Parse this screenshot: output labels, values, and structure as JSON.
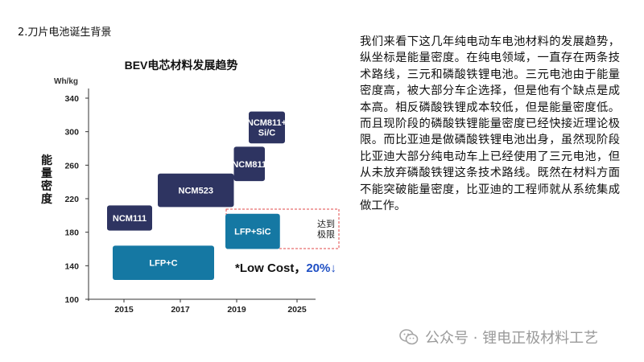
{
  "section_title": "2.刀片电池诞生背景",
  "body_text": "我们来看下这几年纯电动车电池材料的发展趋势，纵坐标是能量密度。在纯电领域，一直存在两条技术路线，三元和磷酸铁锂电池。三元电池由于能量密度高，被大部分车企选择，但是他有个缺点是成本高。相反磷酸铁锂成本较低，但是能量密度低。而且现阶段的磷酸铁锂能量密度已经快接近理论极限。而比亚迪是做磷酸铁锂电池出身，虽然现阶段比亚迪大部分纯电动车上已经使用了三元电池，但从未放弃磷酸铁锂这条技术路线。既然在材料方面不能突破能量密度，比亚迪的工程师就从系统集成做工作。",
  "watermark": {
    "text": "公众号 · 锂电正极材料工艺",
    "icon": "wechat-icon"
  },
  "colors": {
    "navy": "#2e3461",
    "teal": "#1578a3",
    "accent_blue": "#1f4fc4",
    "limit_border": "#e04848"
  },
  "chart_data": {
    "type": "range-blocks",
    "title": "BEV电芯材料发展趋势",
    "ylabel": "能量密度",
    "yunit": "Wh/kg",
    "ylim": [
      100,
      350
    ],
    "yticks": [
      100,
      140,
      180,
      220,
      260,
      300,
      340
    ],
    "xticks": [
      "2015",
      "2017",
      "2019",
      "2025"
    ],
    "blocks": [
      {
        "label": "NCM111",
        "x0": 2014.4,
        "x1": 2016.0,
        "y0": 182,
        "y1": 212,
        "color": "navy"
      },
      {
        "label": "NCM523",
        "x0": 2016.2,
        "x1": 2018.9,
        "y0": 210,
        "y1": 250,
        "color": "navy"
      },
      {
        "label": "NCM811",
        "x0": 2018.9,
        "x1": 2021.8,
        "y0": 241,
        "y1": 282,
        "color": "navy"
      },
      {
        "label": "NCM811+\nSi/C",
        "x0": 2020.2,
        "x1": 2023.8,
        "y0": 286,
        "y1": 324,
        "color": "navy"
      },
      {
        "label": "LFP+C",
        "x0": 2014.6,
        "x1": 2018.2,
        "y0": 123,
        "y1": 164,
        "color": "teal"
      },
      {
        "label": "LFP+SiC",
        "x0": 2018.6,
        "x1": 2023.3,
        "y0": 160,
        "y1": 202,
        "color": "teal"
      }
    ],
    "annotations": {
      "limit_label": "达到\n极限",
      "cost_prefix": "*Low Cost，",
      "cost_value": "20%↓"
    }
  }
}
